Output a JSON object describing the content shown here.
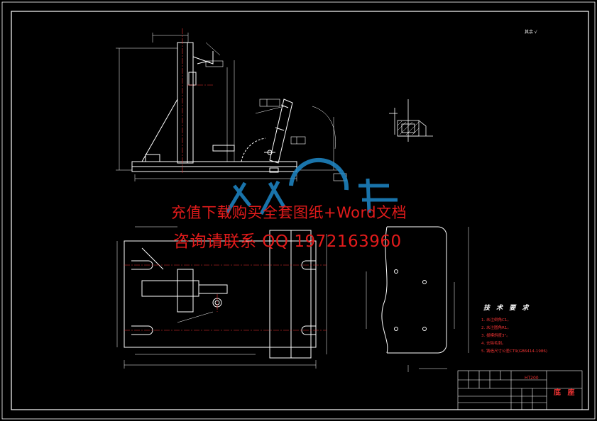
{
  "watermark": {
    "line1": "充值下载购买全套图纸+Word文档",
    "line2": "咨询请联系  QQ 1972163960"
  },
  "tech_requirements": {
    "title": "技 术 要 求",
    "items": [
      "1. 未注倒角C1。",
      "2. 未注圆角R1。",
      "3. 拔模斜度3°。",
      "4. 去除毛刺。",
      "5. 铸造尺寸公差CT9(GB6414-1986)"
    ]
  },
  "title_block": {
    "part_name": "底 座",
    "material_code": "HT200"
  },
  "surface_note": "其余 √",
  "colors": {
    "background": "#000000",
    "lines": "#ffffff",
    "accent_red": "#e31b1b",
    "centerline": "#e33",
    "watermark_logo": "#1e88c8"
  }
}
